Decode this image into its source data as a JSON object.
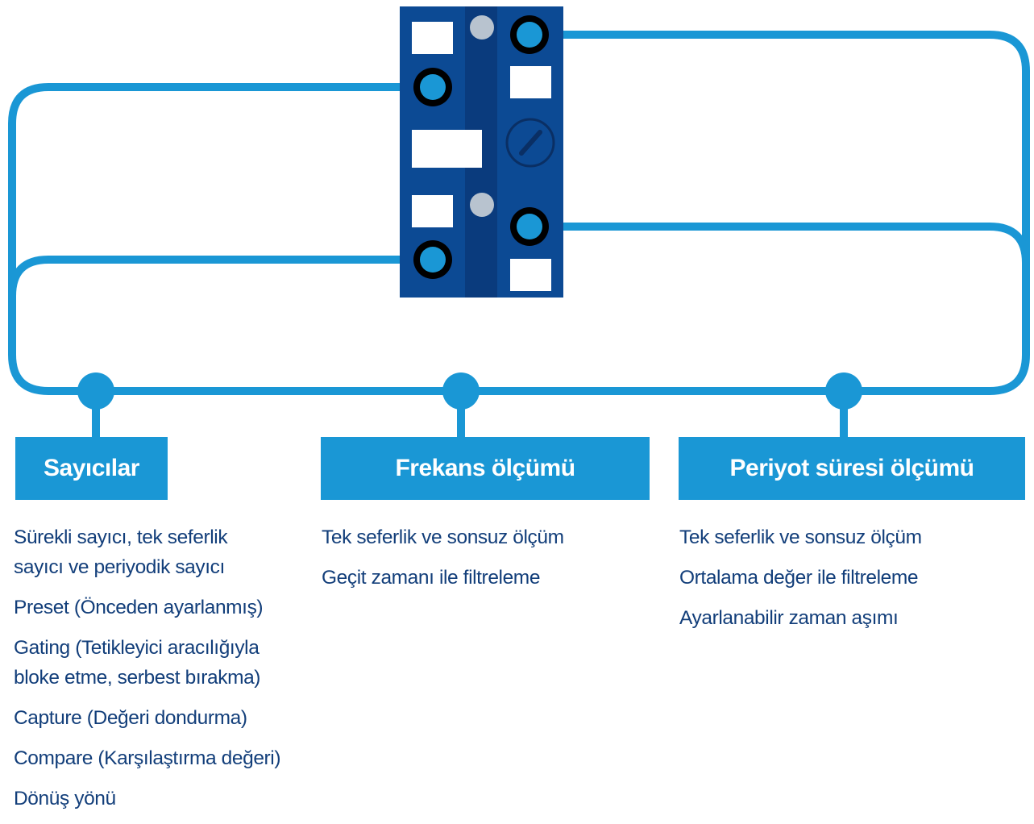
{
  "colors": {
    "wire": "#1a97d5",
    "device_body": "#0c4a94",
    "device_strip": "#0a3b7d",
    "box_fill": "#1a97d5",
    "box_text": "#ffffff",
    "list_text": "#123e7a"
  },
  "device": {
    "connectors": [
      "port-in-1",
      "port-in-2",
      "port-out-1",
      "port-out-2"
    ],
    "leds": [
      "status-led-top",
      "status-led-bottom"
    ],
    "selector": "rotary-switch"
  },
  "categories": [
    {
      "title": "Sayıcılar",
      "items": [
        "Sürekli sayıcı, tek seferlik sayıcı ve periyodik sayıcı",
        "Preset (Önceden ayarlanmış)",
        "Gating (Tetikleyici aracılığıyla bloke etme, serbest bırakma)",
        "Capture (Değeri dondurma)",
        "Compare (Karşılaştırma değeri)",
        "Dönüş yönü"
      ]
    },
    {
      "title": "Frekans ölçümü",
      "items": [
        "Tek seferlik ve sonsuz ölçüm",
        "Geçit zamanı ile filtreleme"
      ]
    },
    {
      "title": "Periyot süresi ölçümü",
      "items": [
        "Tek seferlik ve sonsuz ölçüm",
        "Ortalama değer ile filtreleme",
        "Ayarlanabilir zaman aşımı"
      ]
    }
  ]
}
